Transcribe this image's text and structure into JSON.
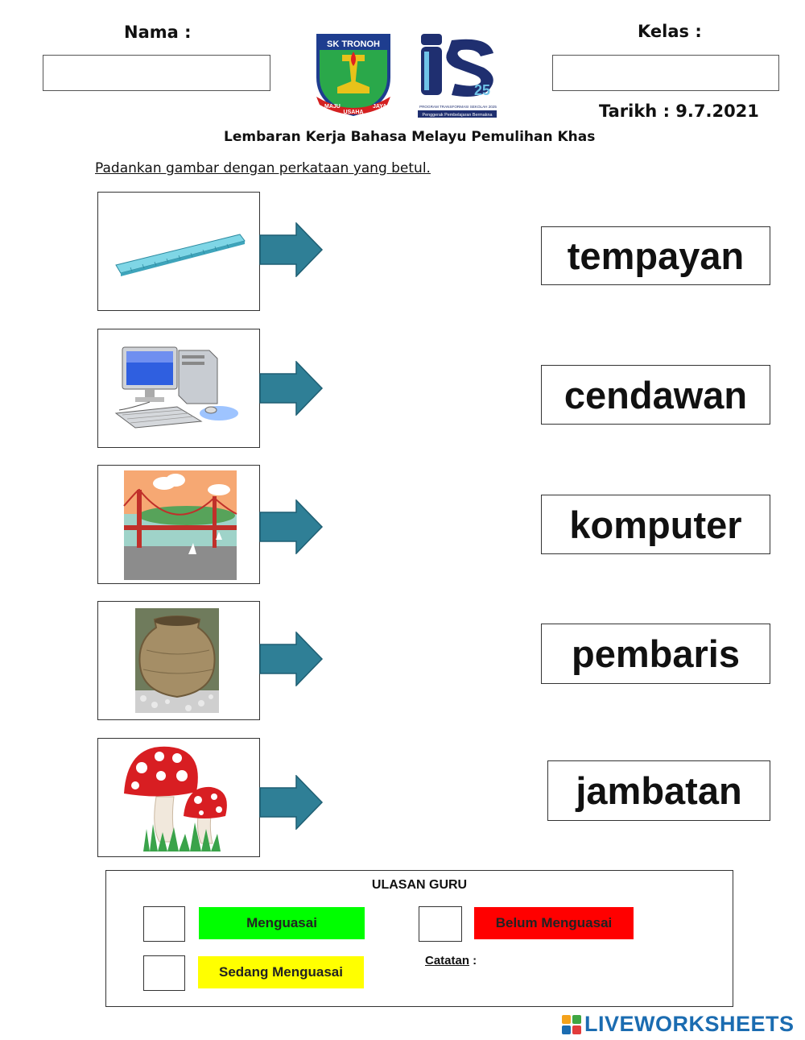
{
  "header": {
    "name_label": "Nama :",
    "class_label": "Kelas :",
    "date_label": "Tarikh : 9.7.2021",
    "school_logo_text": "SK TRONOH",
    "school_motto_left": "MAJU",
    "school_motto_mid": "USAHA",
    "school_motto_right": "JAYA",
    "ts_logo_number": "25",
    "ts_logo_caption": "PROGRAM TRANSFORMASI SEKOLAH 2025",
    "ts_logo_tagline": "Penggerak Pembelajaran Bermakna"
  },
  "title": "Lembaran Kerja Bahasa Melayu Pemulihan Khas",
  "instruction": "Padankan gambar dengan perkataan yang betul.",
  "pictures": [
    {
      "icon": "ruler-image"
    },
    {
      "icon": "computer-image"
    },
    {
      "icon": "bridge-image"
    },
    {
      "icon": "jar-image"
    },
    {
      "icon": "mushroom-image"
    }
  ],
  "words": [
    "tempayan",
    "cendawan",
    "komputer",
    "pembaris",
    "jambatan"
  ],
  "feedback": {
    "title": "ULASAN GURU",
    "mastered": "Menguasai",
    "not_mastered": "Belum Menguasai",
    "in_progress": "Sedang Menguasai",
    "notes_label": "Catatan",
    "notes_colon": " :",
    "colors": {
      "mastered": "#00ff00",
      "not_mastered": "#ff0000",
      "in_progress": "#ffff00"
    }
  },
  "footer": {
    "brand": "LIVEWORKSHEETS",
    "brand_color": "#1b6cb1"
  },
  "colors": {
    "arrow": "#2f7f96",
    "arrow_border": "#1f5f73"
  }
}
